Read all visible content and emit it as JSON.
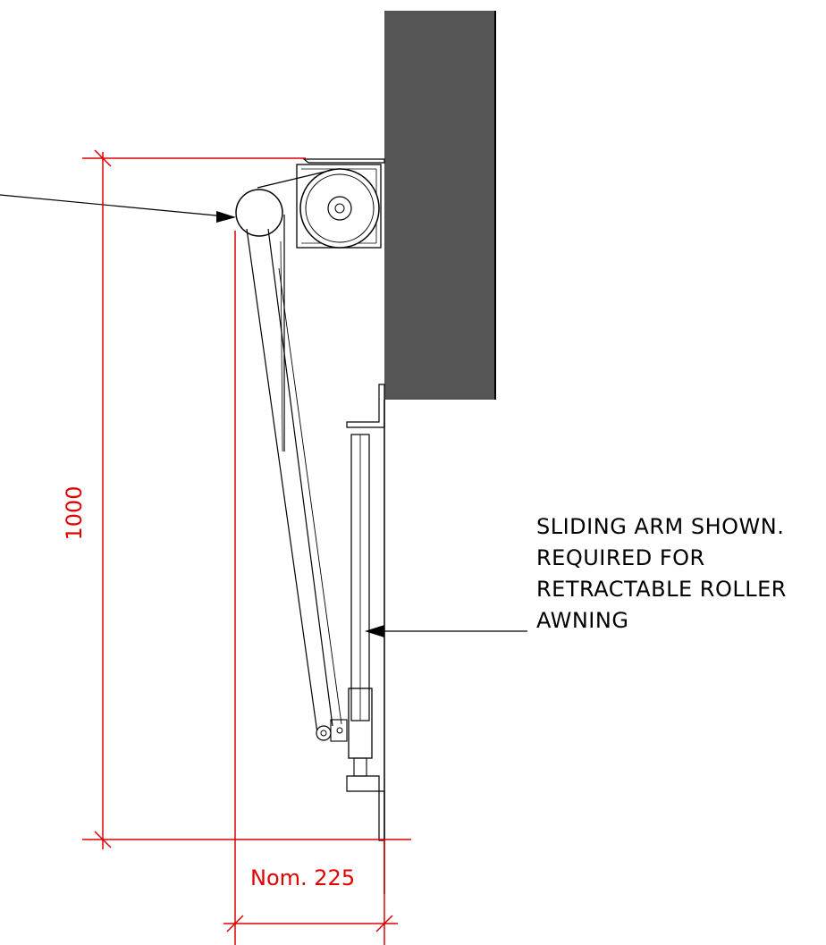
{
  "annotation": {
    "lines": [
      "SLIDING ARM SHOWN.",
      "REQUIRED FOR",
      "RETRACTABLE ROLLER",
      "AWNING"
    ]
  },
  "dimensions": {
    "height": "1000",
    "projection": "Nom. 225"
  },
  "colors": {
    "dimension": "#e00000",
    "wall": "#555555",
    "linework": "#000000"
  }
}
